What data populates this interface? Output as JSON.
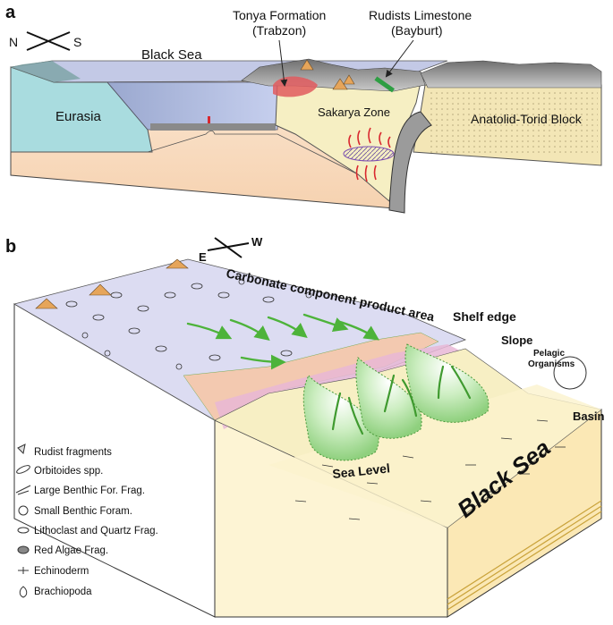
{
  "panel_a": {
    "letter": "a",
    "compass": {
      "left": "N",
      "right": "S"
    },
    "labels": {
      "black_sea": "Black Sea",
      "tonya_title": "Tonya Formation",
      "tonya_sub": "(Trabzon)",
      "rudists_title": "Rudists Limestone",
      "rudists_sub": "(Bayburt)",
      "eurasia": "Eurasia",
      "sakarya": "Sakarya Zone",
      "anatolid": "Anatolid-Torid Block"
    },
    "colors": {
      "sea": "#b9c6e8",
      "eurasia": "#a9dcdf",
      "sakarya": "#f6efc3",
      "anatolid": "#f3e6b6",
      "mantle": "#fbe5cf",
      "red": "#d9282f",
      "green": "#2e9e43"
    }
  },
  "panel_b": {
    "letter": "b",
    "compass": {
      "left": "E",
      "right": "W"
    },
    "labels": {
      "carbonate": "Carbonate component product area",
      "shelf_edge": "Shelf edge",
      "slope": "Slope",
      "pelagic_1": "Pelagic",
      "pelagic_2": "Organisms",
      "basin": "Basin",
      "sea_level": "Sea Level",
      "black_sea": "Black Sea"
    },
    "legend": [
      {
        "icon": "rudist-icon",
        "label": "Rudist fragments"
      },
      {
        "icon": "orbitoides-icon",
        "label": "Orbitoides spp."
      },
      {
        "icon": "large-benthic-icon",
        "label": "Large Benthic For. Frag."
      },
      {
        "icon": "small-benthic-icon",
        "label": "Small Benthic Foram."
      },
      {
        "icon": "lithoclast-icon",
        "label": "Lithoclast and Quartz Frag."
      },
      {
        "icon": "red-algae-icon",
        "label": "Red Algae Frag."
      },
      {
        "icon": "echinoderm-icon",
        "label": "Echinoderm"
      },
      {
        "icon": "brachiopoda-icon",
        "label": "Brachiopoda"
      }
    ],
    "colors": {
      "shelf": "#dcdcf2",
      "sea": "#f7efc4",
      "slope_green": "#9fd98f",
      "arrow": "#4db33a",
      "pink": "#e8b7d6",
      "salmon": "#f3c9b0"
    }
  }
}
